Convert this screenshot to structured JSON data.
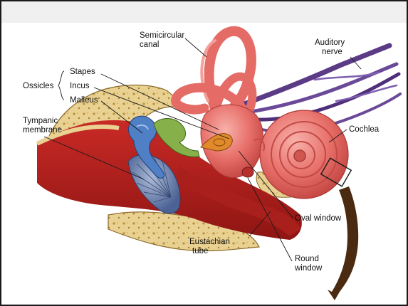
{
  "labels": {
    "semicircular_canal": [
      "Semicircular",
      "canal"
    ],
    "auditory_nerve": [
      "Auditory",
      "nerve"
    ],
    "ossicles": "Ossicles",
    "stapes": "Stapes",
    "incus": "Incus",
    "malleus": "Malleus",
    "tympanic_membrane": [
      "Tympanic",
      "membrane"
    ],
    "cochlea": "Cochlea",
    "oval_window": "Oval window",
    "eustachian_tube": [
      "Eustachian",
      "tube"
    ],
    "round_window": [
      "Round",
      "window"
    ]
  },
  "colors": {
    "bone": "#e8d090",
    "bone_spots": "#b8903c",
    "canal_red": "#b81e1e",
    "inner_ear_pink": "#ea6f6a",
    "nerve_purple": "#5b3a86",
    "malleus_blue": "#4f7fc4",
    "incus_green": "#86b14a",
    "stapes_orange": "#e08a2c",
    "membrane_blue": "#6a85b8",
    "arrow_brown": "#4a2a10"
  }
}
